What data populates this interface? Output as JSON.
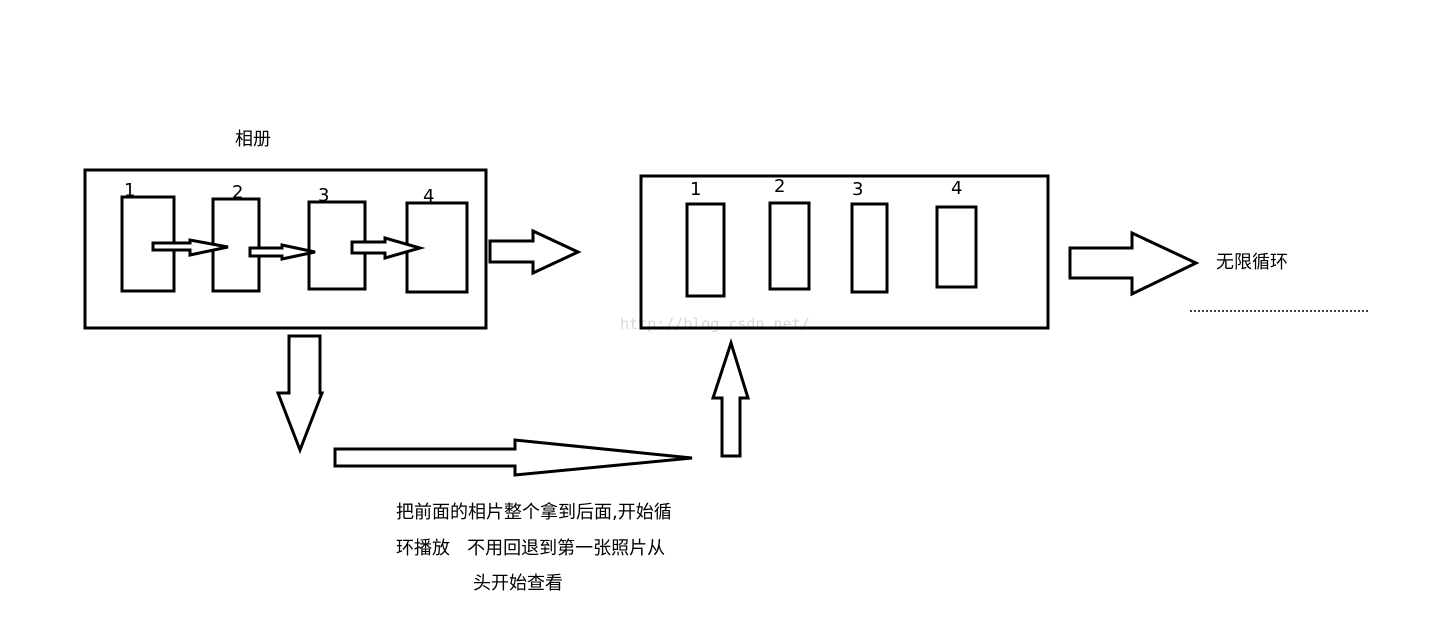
{
  "album_title": "相册",
  "left_box": {
    "labels": [
      "1",
      "2",
      "3",
      "4"
    ]
  },
  "right_box": {
    "labels": [
      "1",
      "2",
      "3",
      "4"
    ]
  },
  "loop_label": "无限循环",
  "description": {
    "line1": "把前面的相片整个拿到后面,开始循",
    "line2": "环播放   不用回退到第一张照片从",
    "line3": "头开始查看"
  },
  "watermark": "http://blog.csdn.net/"
}
